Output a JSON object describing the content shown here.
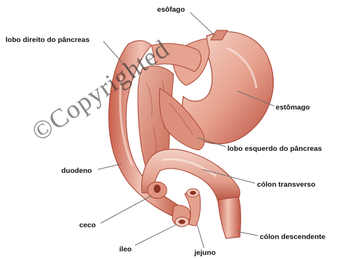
{
  "labels": {
    "esofago": "esôfago",
    "lobo_direito": "lobo direito do pâncreas",
    "estomago": "estômago",
    "lobo_esquerdo": "lobo esquerdo do pâncreas",
    "duodeno": "duodeno",
    "colon_transverso": "cólon transverso",
    "ceco": "ceco",
    "colon_descendente": "cólon descendente",
    "ileo": "íleo",
    "jejuno": "jejuno"
  },
  "watermark": "©Copyrighted",
  "colors": {
    "organ_fill": "#e8aa98",
    "organ_shade": "#b54c3c",
    "organ_light": "#f6d9cf",
    "pancreas": "#d9826c",
    "leader_line": "#6e6e6e"
  }
}
